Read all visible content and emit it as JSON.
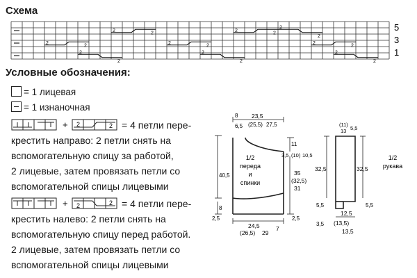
{
  "chart": {
    "title": "Схема",
    "row_labels": [
      "5",
      "3",
      "1"
    ],
    "cell_label": "2"
  },
  "legend": {
    "title": "Условные обозначения:",
    "knit_text": "= 1 лицевая",
    "purl_text": "= 1 изнаночная",
    "plus": "+",
    "equals": "=",
    "cable_right_lines": [
      "= 4 петли пере-",
      "крестить направо: 2 петли снять на",
      "вспомогательную спицу за работой,",
      "2 лицевые, затем провязать петли со",
      "вспомогательной спицы лицевыми"
    ],
    "cable_left_lines": [
      "= 4 петли пере-",
      "крестить налево: 2 петли снять на",
      "вспомогательную спицу перед работой.",
      "2 лицевые, затем провязать петли со",
      "вспомогательной спицы лицевыми"
    ]
  },
  "pattern_body": {
    "top_8": "8",
    "top_6_5": "6,5",
    "top_23_5": "23,5",
    "top_25_5": "(25,5)",
    "top_27_5": "27,5",
    "right_11": "11",
    "right_3_5": "3,5",
    "right_10": "(10)",
    "right_10_5": "10,5",
    "right_35": "35",
    "right_32_5": "(32,5)",
    "right_31": "31",
    "left_40_5": "40,5",
    "left_8": "8",
    "left_2_5": "2,5",
    "right_2_5": "2,5",
    "bottom_24_5": "24,5",
    "bottom_26_5": "(26,5)",
    "bottom_29": "29",
    "bottom_7": "7",
    "label": [
      "1/2",
      "переда",
      "и",
      "спинки"
    ]
  },
  "pattern_sleeve": {
    "top_11": "(11)",
    "top_13": "13",
    "top_5_5": "5,5",
    "left_32_5": "32,5",
    "right_32_5": "32,5",
    "left_5_5": "5,5",
    "right_5_5": "5,5",
    "left_3_5": "3,5",
    "bottom_12_5": "12,5",
    "bottom_13_5": "(13,5)",
    "bottom_13_5b": "13,5",
    "label": [
      "1/2",
      "рукава"
    ]
  }
}
